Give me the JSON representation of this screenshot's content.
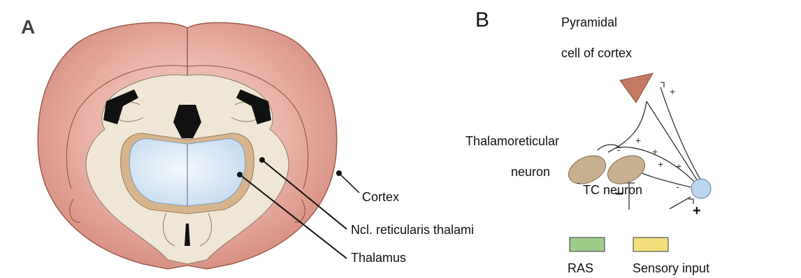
{
  "panel_a": {
    "letter": "A",
    "labels": {
      "cortex": "Cortex",
      "reticularis": "Ncl.  reticularis  thalami",
      "thalamus": "Thalamus"
    }
  },
  "panel_b": {
    "letter": "B",
    "labels": {
      "pyramidal_line1": "Pyramidal",
      "pyramidal_line2": "cell of cortex",
      "thalamoreticular_line1": "Thalamoreticular",
      "thalamoreticular_line2": "neuron",
      "tc_neuron": "TC neuron",
      "ras": "RAS",
      "sensory": "Sensory input"
    },
    "signs": {
      "plus": "+",
      "minus": "−",
      "plus_small": "+",
      "minus_small": "-"
    }
  },
  "colors": {
    "cortex_pink": "#e4a79b",
    "thalamus_blue": "#d3e4f3",
    "brainstem_beige": "#f0e6d6",
    "reticular_tan": "#d7b48c",
    "ventricle_black": "#111111",
    "pyramidal_fill": "#c47a62",
    "thalamoreticular_fill": "#c9b08f",
    "tc_fill": "#bcd6ee",
    "ras_green": "#9fcc8a",
    "sensory_yellow": "#f3df7c"
  }
}
